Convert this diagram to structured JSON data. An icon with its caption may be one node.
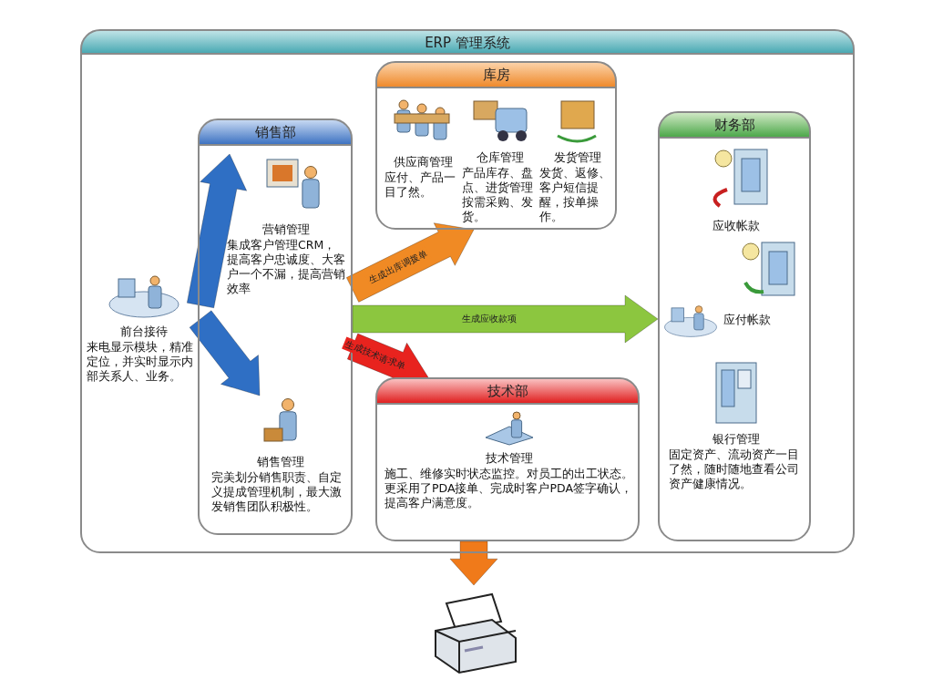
{
  "diagram": {
    "nodes": [
      {
        "text": [
          "ERP 管理系统"
        ]
      },
      {
        "text": [
          "前台接待",
          "来电显示模块，精准定位，并实时显示内部关系人、业务。"
        ],
        "in": 0
      },
      {
        "text": [
          "销售部"
        ],
        "in": 0
      },
      {
        "text": [
          "营销管理",
          "集成客户管理CRM，提高客户忠诚度、大客户一个不漏，提高营销效率"
        ],
        "in": 2
      },
      {
        "text": [
          "销售管理",
          "完美划分销售职责、自定义提成管理机制，最大激发销售团队积极性。"
        ],
        "in": 2
      },
      {
        "text": [
          "库房"
        ],
        "in": 0
      },
      {
        "text": [
          "供应商管理",
          "应付、产品一目了然。"
        ],
        "in": 5
      },
      {
        "text": [
          "仓库管理",
          "产品库存、盘点、进货管理按需采购、发货。"
        ],
        "in": 5
      },
      {
        "text": [
          "发货管理",
          "发货、返修、客户短信提醒，按单操作。"
        ],
        "in": 5
      },
      {
        "text": [
          "技术部"
        ],
        "in": 0
      },
      {
        "text": [
          "技术管理",
          "施工、维修实时状态监控。对员工的出工状态。更采用了PDA接单、完成时客户PDA签字确认，提高客户满意度。"
        ],
        "in": 9
      },
      {
        "text": [
          "财务部"
        ],
        "in": 0
      },
      {
        "text": [
          "应收帐款"
        ],
        "in": 11
      },
      {
        "text": [
          "应付帐款"
        ],
        "in": 11
      },
      {
        "text": [
          "银行管理",
          "固定资产、流动资产一目了然，随时随地查看公司资产健康情况。"
        ],
        "in": 11
      },
      {
        "text": [],
        "shape": "picture"
      }
    ],
    "edges": [
      {
        "from": 1,
        "to": 3,
        "arrow": "to",
        "style": "thick",
        "color": "#2f6fc4"
      },
      {
        "from": 1,
        "to": 4,
        "arrow": "to",
        "style": "thick",
        "color": "#2f6fc4"
      },
      {
        "from": 2,
        "to": 5,
        "arrow": "to",
        "style": "thick",
        "color": "#f08a24",
        "label": "生成出库调拨单"
      },
      {
        "from": 2,
        "to": 11,
        "arrow": "to",
        "style": "thick",
        "color": "#8cc63f",
        "label": "生成应收款项"
      },
      {
        "from": 2,
        "to": 9,
        "arrow": "to",
        "style": "thick",
        "color": "#e8231e",
        "label": "生成技术请求单"
      },
      {
        "from": 9,
        "to": 15,
        "arrow": "to",
        "style": "thick",
        "color": "#f07a1a"
      }
    ]
  }
}
